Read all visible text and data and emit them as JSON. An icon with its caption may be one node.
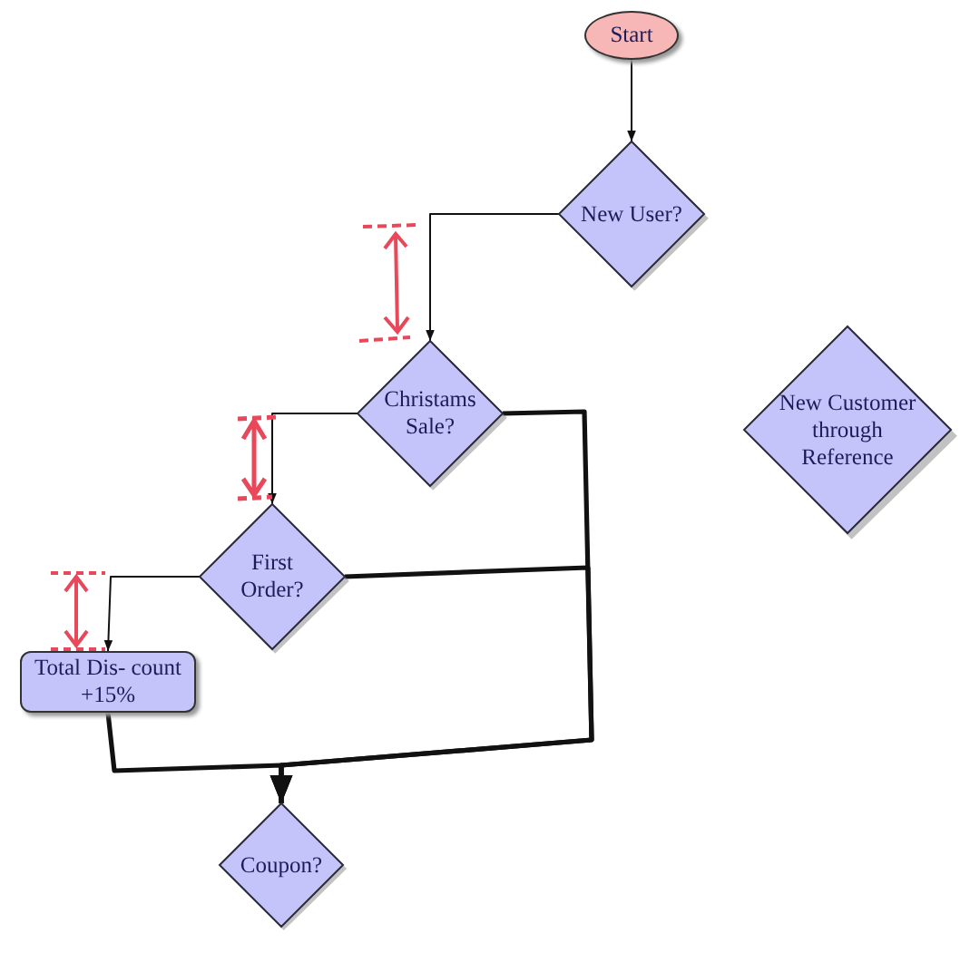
{
  "diagram": {
    "nodes": [
      {
        "text": [
          "Start"
        ]
      },
      {
        "text": [
          "New User?"
        ]
      },
      {
        "text": [
          "Christams Sale?"
        ]
      },
      {
        "text": [
          "First Order?"
        ]
      },
      {
        "text": [
          "Total Dis- count +15%"
        ]
      },
      {
        "text": [
          "New Customer through Reference"
        ]
      },
      {
        "text": [
          "Coupon?"
        ]
      }
    ],
    "edges": [
      {
        "from": 0,
        "to": 1,
        "arrow": "to"
      },
      {
        "from": 1,
        "to": 2,
        "arrow": "to"
      },
      {
        "from": 2,
        "to": 3,
        "arrow": "to"
      },
      {
        "from": 3,
        "to": 4,
        "arrow": "to"
      },
      {
        "from": 2,
        "to": 6,
        "arrow": "to",
        "style": "thick"
      },
      {
        "from": 3,
        "to": 6,
        "arrow": "to",
        "style": "thick"
      },
      {
        "from": 4,
        "to": 6,
        "arrow": "to",
        "style": "thick"
      }
    ]
  }
}
